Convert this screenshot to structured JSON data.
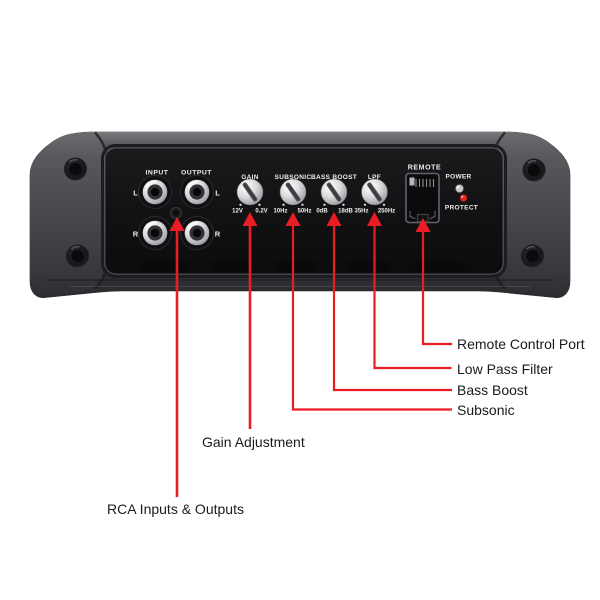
{
  "amp": {
    "io": {
      "input": "INPUT",
      "output": "OUTPUT",
      "l": "L",
      "r": "R"
    },
    "knobs": [
      {
        "label": "GAIN",
        "min": "12V",
        "max": "0.2V"
      },
      {
        "label": "SUBSONIC",
        "min": "10Hz",
        "max": "50Hz"
      },
      {
        "label": "BASS BOOST",
        "min": "0dB",
        "max": "18dB"
      },
      {
        "label": "LPF",
        "min": "35Hz",
        "max": "250Hz"
      }
    ],
    "remote": "REMOTE",
    "power": "POWER",
    "protect": "PROTECT"
  },
  "callouts": {
    "remote": "Remote Control Port",
    "lpf": "Low Pass Filter",
    "bass": "Bass Boost",
    "subsonic": "Subsonic",
    "gain": "Gain Adjustment",
    "rca": "RCA Inputs & Outputs"
  },
  "colors": {
    "accent": "#ec1c24",
    "led-power": "#c6c6c8",
    "led-protect": "#e8251c"
  }
}
